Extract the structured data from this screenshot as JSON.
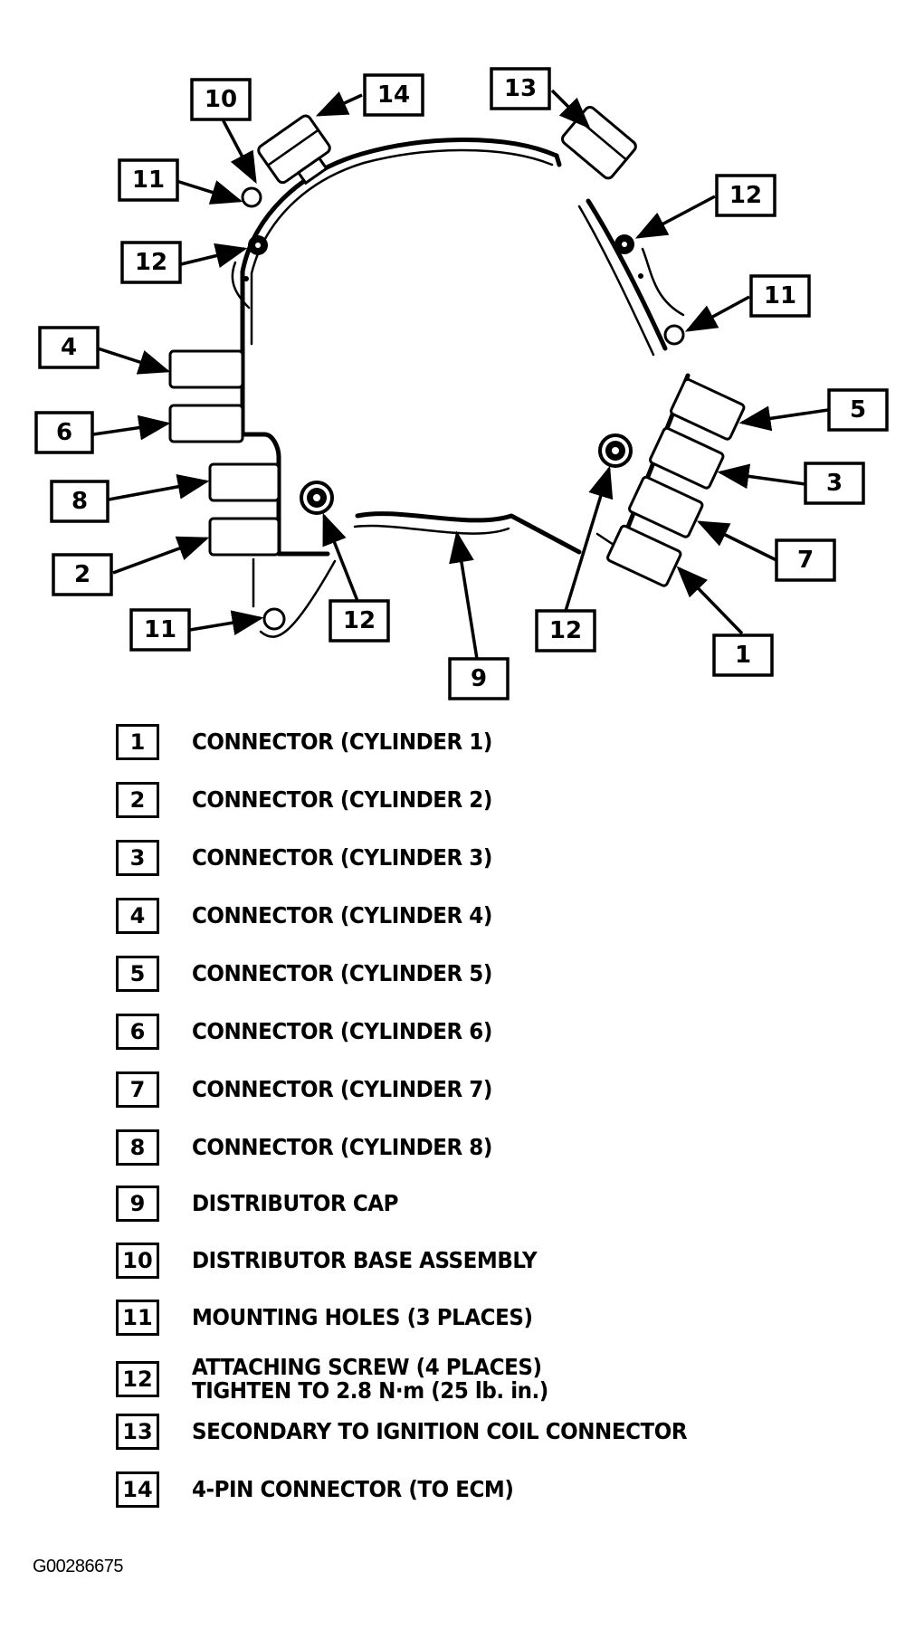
{
  "figure": {
    "id": "G00286675",
    "callouts": [
      "10",
      "14",
      "13",
      "11",
      "12",
      "12",
      "11",
      "4",
      "6",
      "8",
      "2",
      "11",
      "12",
      "9",
      "12",
      "5",
      "3",
      "7",
      "1"
    ]
  },
  "legend": [
    {
      "num": "1",
      "text": "CONNECTOR (CYLINDER 1)"
    },
    {
      "num": "2",
      "text": "CONNECTOR (CYLINDER 2)"
    },
    {
      "num": "3",
      "text": "CONNECTOR (CYLINDER 3)"
    },
    {
      "num": "4",
      "text": "CONNECTOR (CYLINDER 4)"
    },
    {
      "num": "5",
      "text": "CONNECTOR (CYLINDER 5)"
    },
    {
      "num": "6",
      "text": "CONNECTOR (CYLINDER 6)"
    },
    {
      "num": "7",
      "text": "CONNECTOR (CYLINDER 7)"
    },
    {
      "num": "8",
      "text": "CONNECTOR (CYLINDER 8)"
    },
    {
      "num": "9",
      "text": "DISTRIBUTOR CAP"
    },
    {
      "num": "10",
      "text": "DISTRIBUTOR BASE ASSEMBLY"
    },
    {
      "num": "11",
      "text": "MOUNTING HOLES (3 PLACES)"
    },
    {
      "num": "12",
      "text": "ATTACHING SCREW (4 PLACES)",
      "text2": "TIGHTEN TO 2.8 N·m (25 lb. in.)"
    },
    {
      "num": "13",
      "text": "SECONDARY TO IGNITION COIL CONNECTOR"
    },
    {
      "num": "14",
      "text": "4-PIN CONNECTOR (TO ECM)"
    }
  ]
}
